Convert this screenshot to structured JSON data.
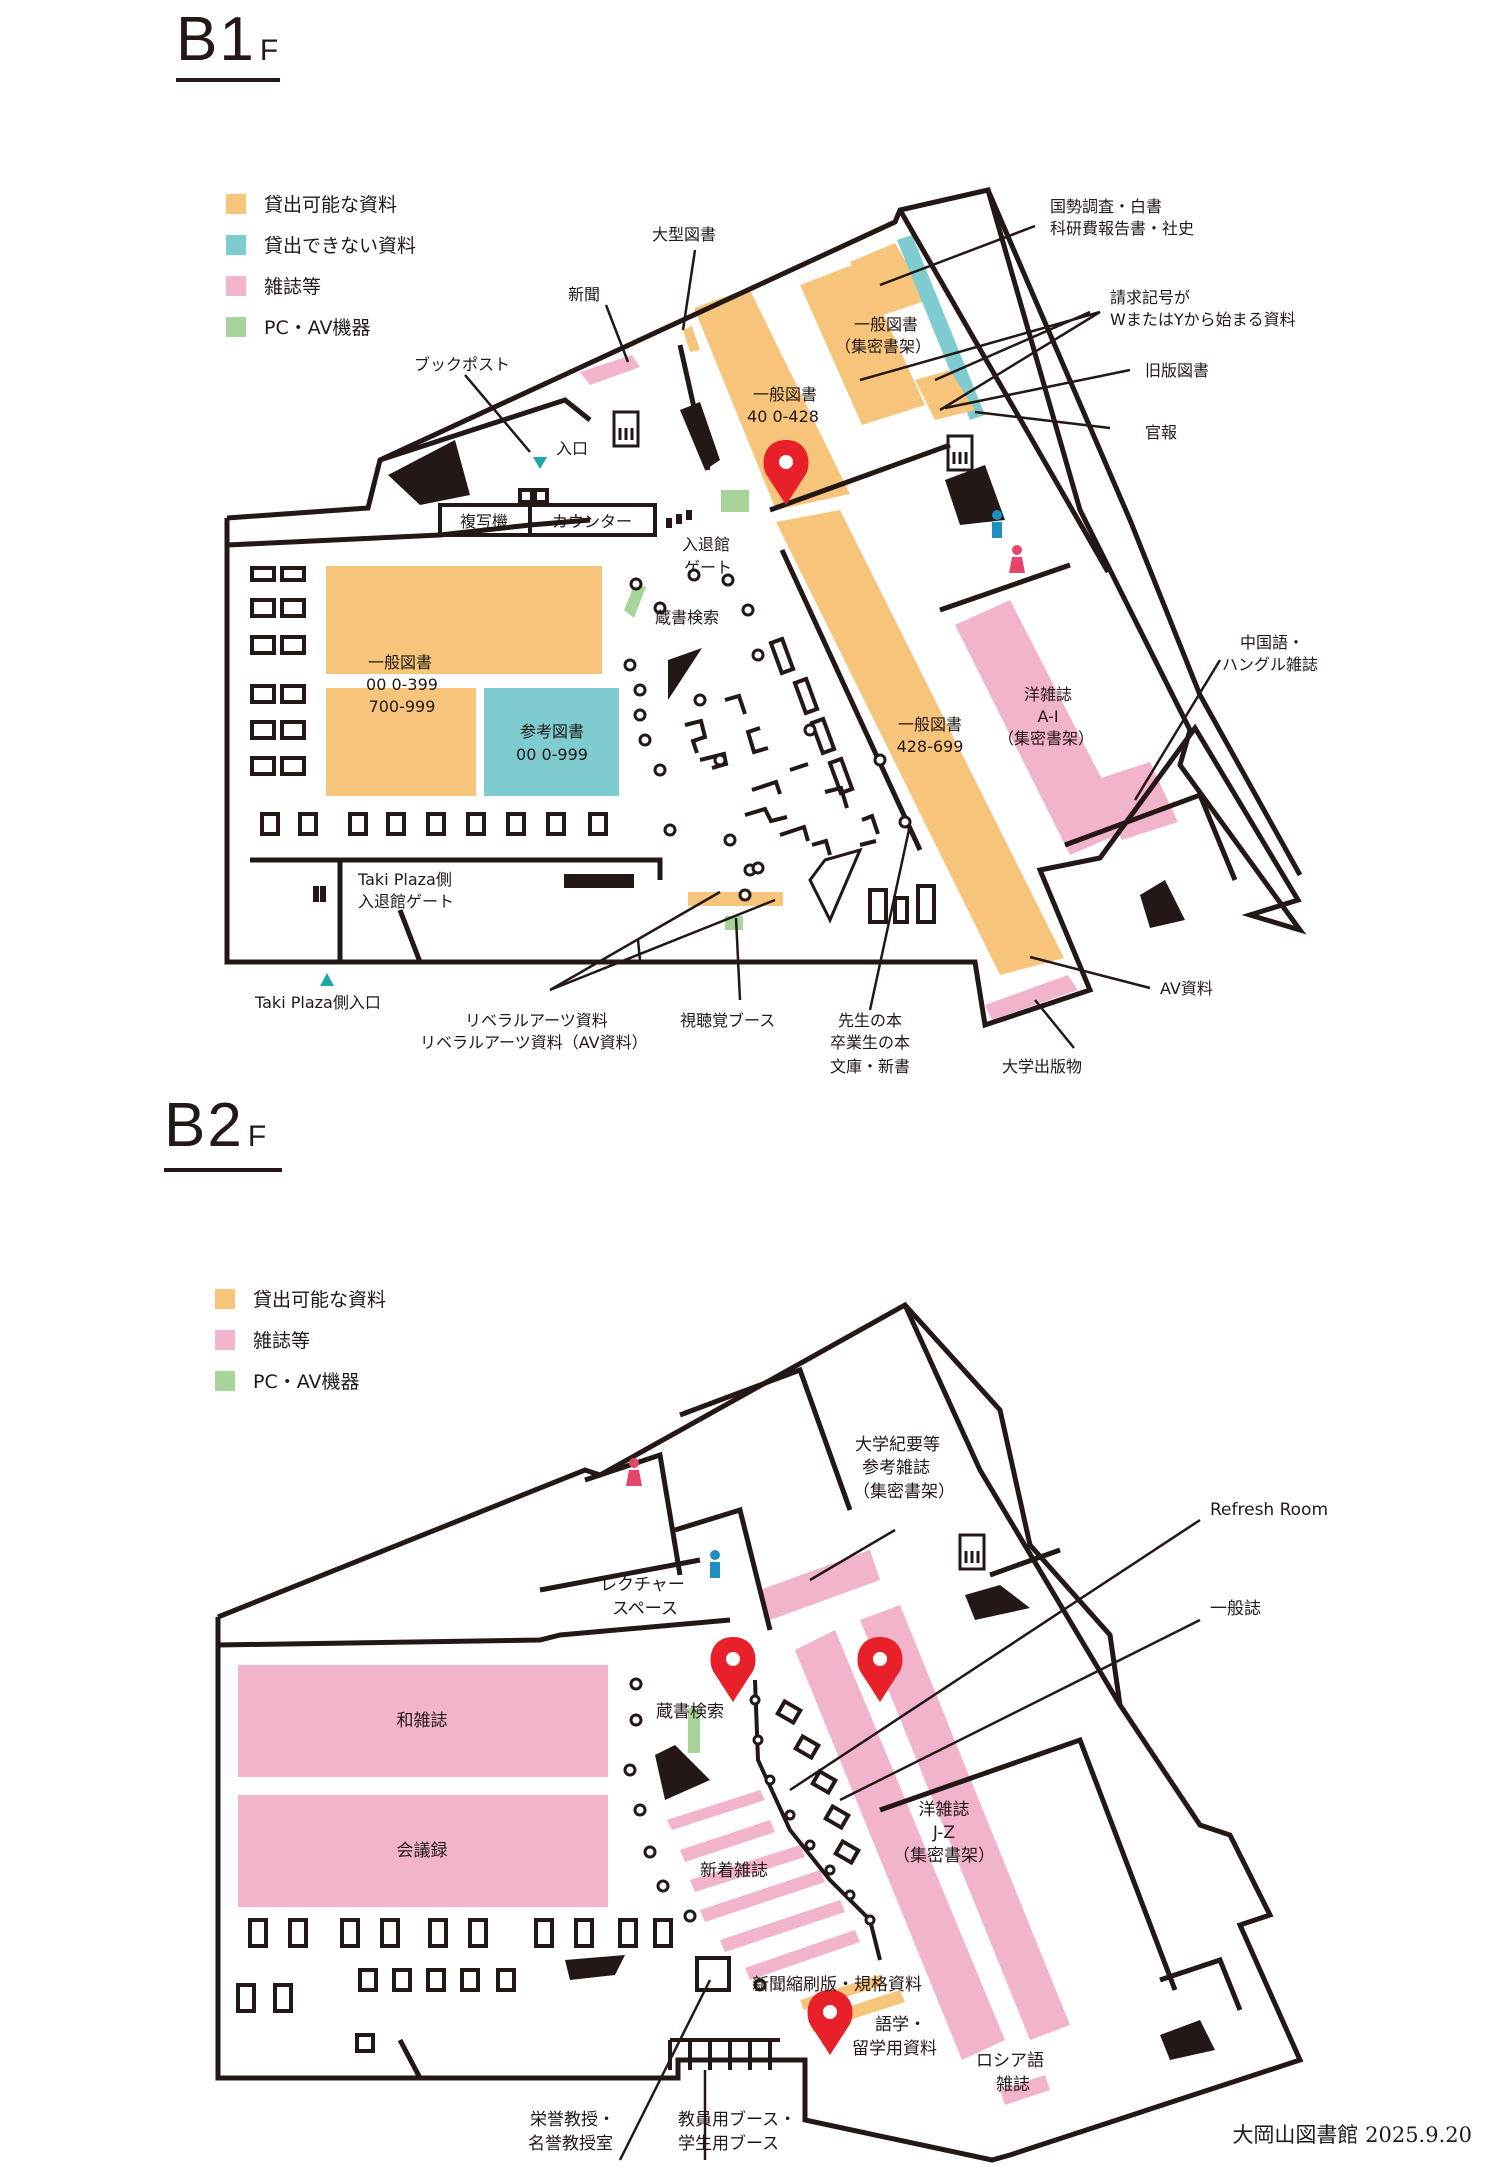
{
  "colors": {
    "lendable": "#f6c47a",
    "reference": "#7ecbd0",
    "magazine": "#f2b3cd",
    "pcav": "#a8d49a",
    "line": "#231815",
    "pin": "#e8202a",
    "entrance": "#1fa7a8",
    "toilet_male": "#1d8fc2",
    "toilet_female": "#e5456c"
  },
  "b1": {
    "floor_label": "B1",
    "floor_suffix": "F",
    "legend": [
      {
        "label": "貸出可能な資料",
        "color_key": "lendable"
      },
      {
        "label": "貸出できない資料",
        "color_key": "reference"
      },
      {
        "label": "雑誌等",
        "color_key": "magazine"
      },
      {
        "label": "PC・AV機器",
        "color_key": "pcav"
      }
    ],
    "areas": {
      "general_400": [
        "一般図書",
        "40 0-428"
      ],
      "dense_general": [
        "一般図書",
        "（集密書架）"
      ],
      "general_000": [
        "一般図書",
        "00 0-399",
        "700-999"
      ],
      "reference": [
        "参考図書",
        "00 0-999"
      ],
      "general_428": [
        "一般図書",
        "428-699"
      ],
      "foreign_mag": [
        "洋雑誌",
        "A-I",
        "（集密書架）"
      ]
    },
    "labels": {
      "large_books": "大型図書",
      "newspaper": "新聞",
      "book_post": "ブックポスト",
      "entrance": "入口",
      "copier": "複写機",
      "counter": "カウンター",
      "gate": [
        "入退館",
        "ゲート"
      ],
      "search": "蔵書検索",
      "takiplaza_gate": [
        "Taki Plaza側",
        "入退館ゲート"
      ],
      "takiplaza_entrance": "Taki Plaza側入口",
      "liberal_arts": [
        "リベラルアーツ資料",
        "リベラルアーツ資料（AV資料）"
      ],
      "av_booth": "視聴覚ブース",
      "teacher_books": [
        "先生の本",
        "卒業生の本",
        "文庫・新書"
      ],
      "university_press": "大学出版物",
      "av_materials": "AV資料",
      "chinese_korean": [
        "中国語・",
        "ハングル雑誌"
      ],
      "official": "官報",
      "old_books": "旧版図書",
      "claim_w_y": [
        "請求記号が",
        "WまたはYから始まる資料"
      ],
      "census": [
        "国勢調査・白書",
        "科研費報告書・社史"
      ]
    }
  },
  "b2": {
    "floor_label": "B2",
    "floor_suffix": "F",
    "legend": [
      {
        "label": "貸出可能な資料",
        "color_key": "lendable"
      },
      {
        "label": "雑誌等",
        "color_key": "magazine"
      },
      {
        "label": "PC・AV機器",
        "color_key": "pcav"
      }
    ],
    "areas": {
      "japanese_mag": "和雑誌",
      "proceedings": "会議録",
      "foreign_mag": [
        "洋雑誌",
        "J-Z",
        "（集密書架）"
      ]
    },
    "labels": {
      "bulletins": [
        "大学紀要等",
        "参考雑誌",
        "（集密書架）"
      ],
      "refresh_room": "Refresh Room",
      "general_mag": "一般誌",
      "lecture_space": [
        "レクチャー",
        "スペース"
      ],
      "search": "蔵書検索",
      "new_mag": "新着雑誌",
      "reduced_edition": "新聞縮刷版・規格資料",
      "language_study": [
        "語学・",
        "留学用資料"
      ],
      "russian_mag": [
        "ロシア語",
        "雑誌"
      ],
      "emeritus": [
        "栄誉教授・",
        "名誉教授室"
      ],
      "booths": [
        "教員用ブース・",
        "学生用ブース"
      ]
    }
  },
  "footer": "大岡山図書館 2025.9.20"
}
